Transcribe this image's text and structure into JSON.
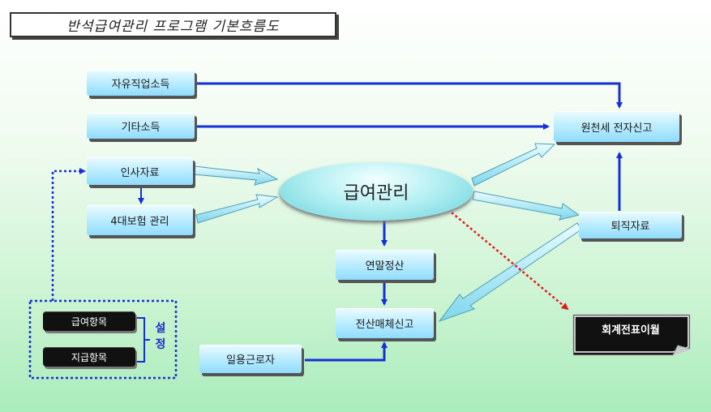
{
  "title": "반석급여관리 프로그램 기본흐름도",
  "nodes": {
    "freelance_income": "자유직업소득",
    "other_income": "기타소득",
    "hr_data": "인사자료",
    "insurance": "4대보험 관리",
    "payroll": "급여관리",
    "year_end": "연말정산",
    "media_report": "전산매체신고",
    "daily_worker": "일용근로자",
    "withholding_efile": "원천세 전자신고",
    "retirement": "퇴직자료",
    "accounting_transfer": "회계전표이월",
    "pay_items": "급여항목",
    "deduction_items": "지급항목",
    "setting": "설정"
  },
  "colors": {
    "arrow_blue": "#1530d8",
    "arrow_red": "#e21b1b",
    "fat_arrow": "#9ee6f5"
  }
}
